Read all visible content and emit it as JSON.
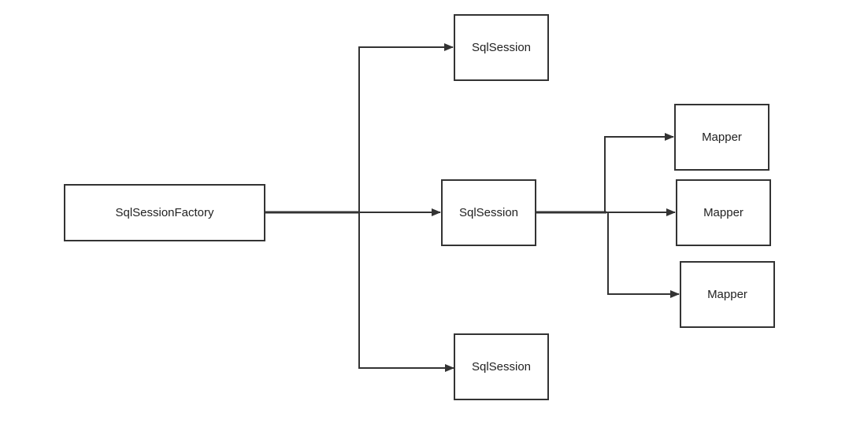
{
  "diagram": {
    "nodes": {
      "factory": {
        "label": "SqlSessionFactory"
      },
      "session_top": {
        "label": "SqlSession"
      },
      "session_mid": {
        "label": "SqlSession"
      },
      "session_bottom": {
        "label": "SqlSession"
      },
      "mapper_1": {
        "label": "Mapper"
      },
      "mapper_2": {
        "label": "Mapper"
      },
      "mapper_3": {
        "label": "Mapper"
      }
    },
    "edges": [
      {
        "from": "factory",
        "to": "session_top"
      },
      {
        "from": "factory",
        "to": "session_mid"
      },
      {
        "from": "factory",
        "to": "session_bottom"
      },
      {
        "from": "session_mid",
        "to": "mapper_1"
      },
      {
        "from": "session_mid",
        "to": "mapper_2"
      },
      {
        "from": "session_mid",
        "to": "mapper_3"
      }
    ],
    "colors": {
      "stroke": "#333333",
      "text": "#222222",
      "background": "#ffffff"
    }
  }
}
